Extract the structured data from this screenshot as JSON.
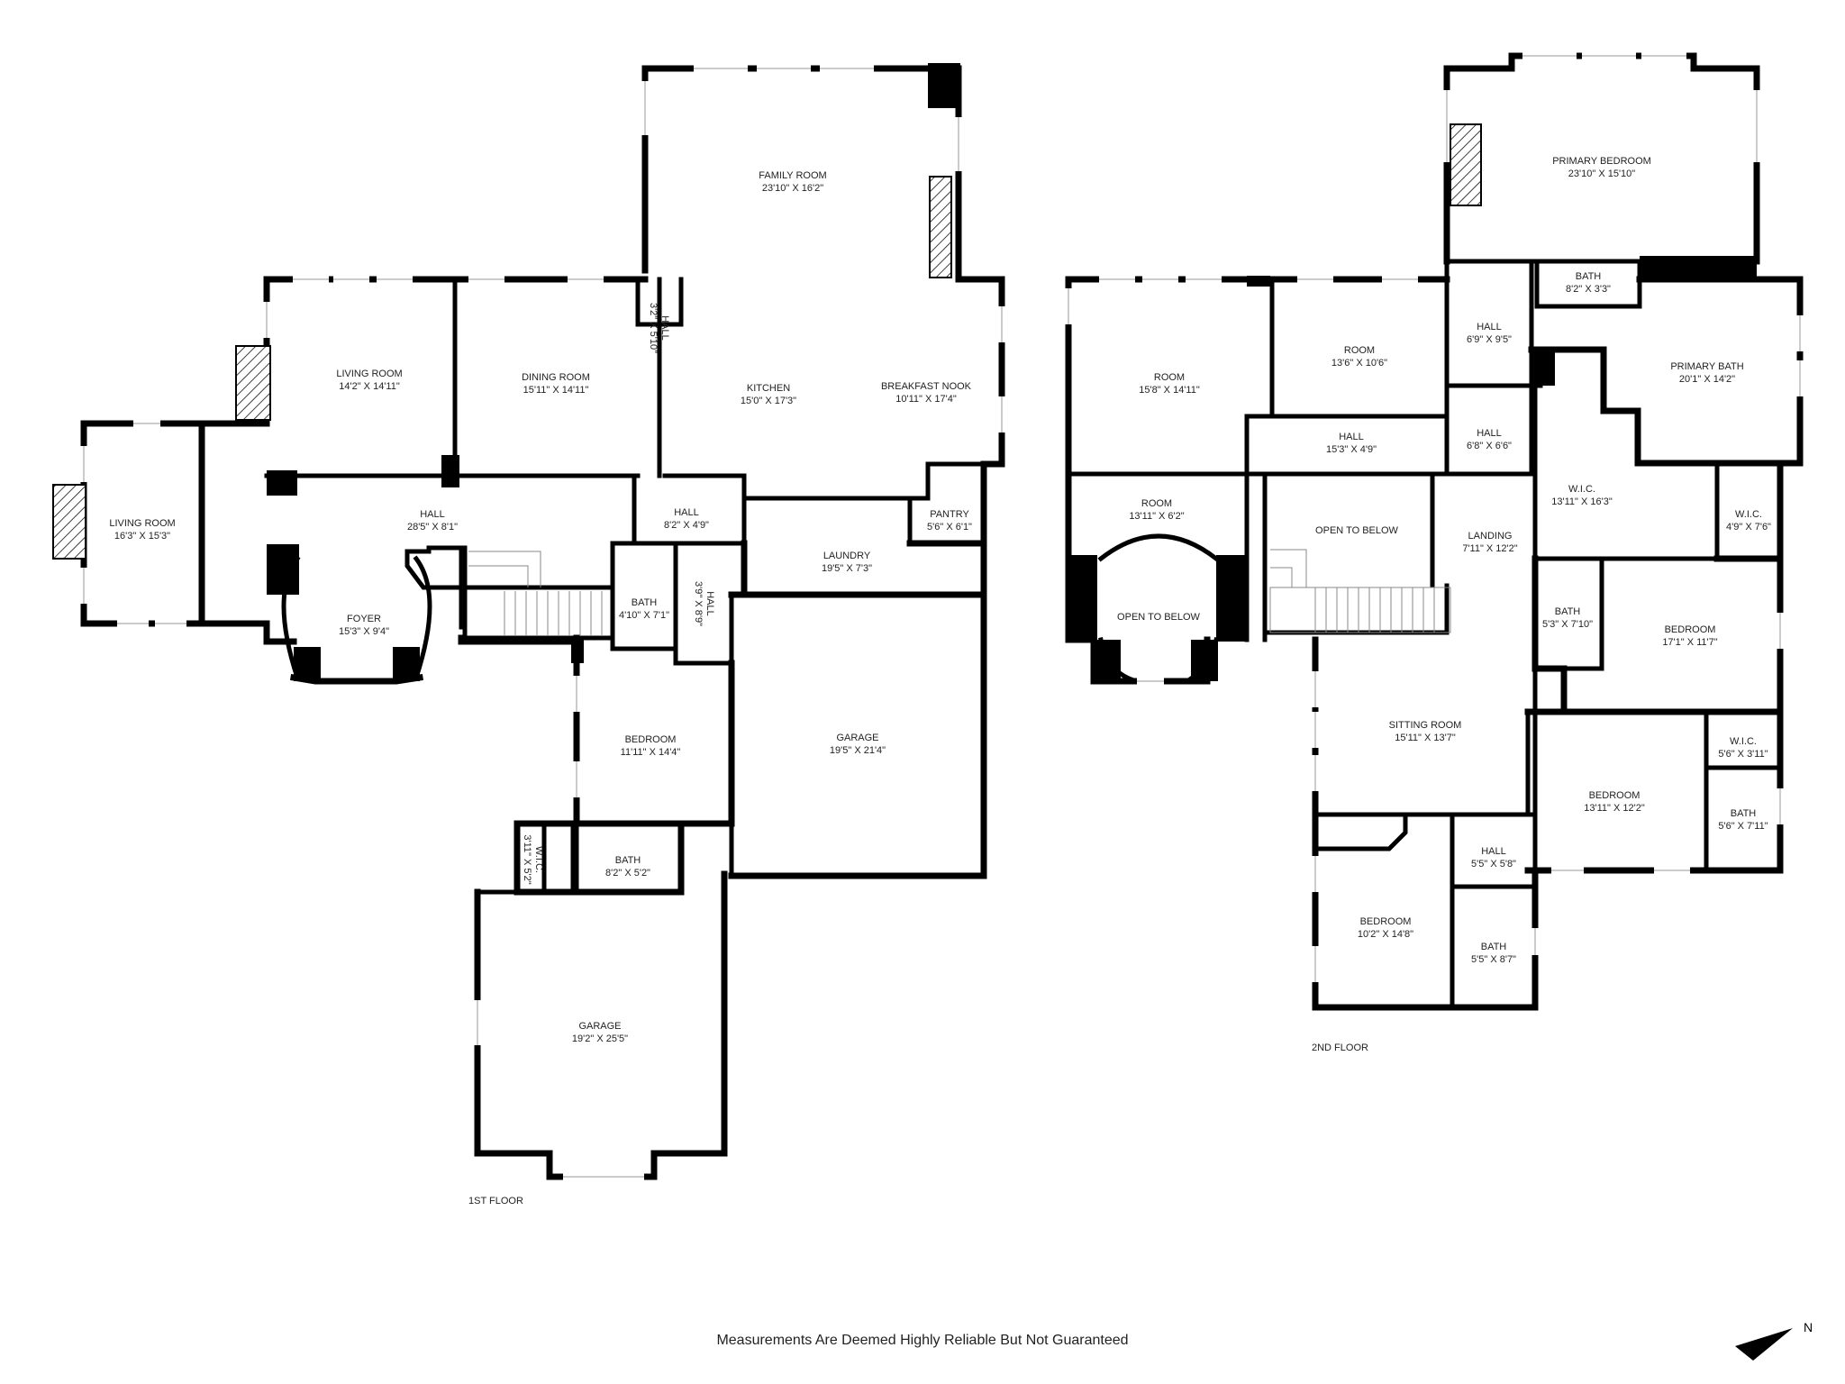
{
  "disclaimer": "Measurements Are Deemed Highly Reliable But Not Guaranteed",
  "compass": {
    "letter": "N",
    "icon": "north-arrow-icon"
  },
  "floors": [
    {
      "label": "1ST FLOOR",
      "rooms": [
        {
          "name": "FAMILY ROOM",
          "dims": "23'10\" X 16'2\""
        },
        {
          "name": "LIVING ROOM",
          "dims": "14'2\" X 14'11\""
        },
        {
          "name": "DINING ROOM",
          "dims": "15'11\" X 14'11\""
        },
        {
          "name": "HALL",
          "dims": "3'2\" X 5'10\""
        },
        {
          "name": "KITCHEN",
          "dims": "15'0\" X 17'3\""
        },
        {
          "name": "BREAKFAST NOOK",
          "dims": "10'11\" X 17'4\""
        },
        {
          "name": "LIVING ROOM",
          "dims": "16'3\" X 15'3\""
        },
        {
          "name": "HALL",
          "dims": "28'5\" X 8'1\""
        },
        {
          "name": "HALL",
          "dims": "8'2\" X 4'9\""
        },
        {
          "name": "PANTRY",
          "dims": "5'6\" X 6'1\""
        },
        {
          "name": "LAUNDRY",
          "dims": "19'5\" X 7'3\""
        },
        {
          "name": "FOYER",
          "dims": "15'3\" X 9'4\""
        },
        {
          "name": "BATH",
          "dims": "4'10\" X 7'1\""
        },
        {
          "name": "HALL",
          "dims": "3'9\" X 8'9\""
        },
        {
          "name": "GARAGE",
          "dims": "19'5\" X 21'4\""
        },
        {
          "name": "BEDROOM",
          "dims": "11'11\" X 14'4\""
        },
        {
          "name": "W.I.C.",
          "dims": "3'11\" X 5'2\""
        },
        {
          "name": "BATH",
          "dims": "8'2\" X 5'2\""
        },
        {
          "name": "GARAGE",
          "dims": "19'2\" X 25'5\""
        }
      ]
    },
    {
      "label": "2ND FLOOR",
      "rooms": [
        {
          "name": "PRIMARY BEDROOM",
          "dims": "23'10\" X 15'10\""
        },
        {
          "name": "BATH",
          "dims": "8'2\" X 3'3\""
        },
        {
          "name": "HALL",
          "dims": "6'9\" X 9'5\""
        },
        {
          "name": "ROOM",
          "dims": "15'8\" X 14'11\""
        },
        {
          "name": "ROOM",
          "dims": "13'6\" X 10'6\""
        },
        {
          "name": "PRIMARY BATH",
          "dims": "20'1\" X 14'2\""
        },
        {
          "name": "HALL",
          "dims": "15'3\" X 4'9\""
        },
        {
          "name": "HALL",
          "dims": "6'8\" X 6'6\""
        },
        {
          "name": "ROOM",
          "dims": "13'11\" X 6'2\""
        },
        {
          "name": "W.I.C.",
          "dims": "13'11\" X 16'3\""
        },
        {
          "name": "W.I.C.",
          "dims": "4'9\" X 7'6\""
        },
        {
          "name": "OPEN TO BELOW",
          "dims": ""
        },
        {
          "name": "LANDING",
          "dims": "7'11\" X 12'2\""
        },
        {
          "name": "OPEN TO BELOW",
          "dims": ""
        },
        {
          "name": "BATH",
          "dims": "5'3\" X 7'10\""
        },
        {
          "name": "BEDROOM",
          "dims": "17'1\" X 11'7\""
        },
        {
          "name": "SITTING ROOM",
          "dims": "15'11\" X 13'7\""
        },
        {
          "name": "W.I.C.",
          "dims": "5'6\" X 3'11\""
        },
        {
          "name": "BEDROOM",
          "dims": "13'11\" X 12'2\""
        },
        {
          "name": "BATH",
          "dims": "5'6\" X 7'11\""
        },
        {
          "name": "HALL",
          "dims": "5'5\" X 5'8\""
        },
        {
          "name": "BEDROOM",
          "dims": "10'2\" X 14'8\""
        },
        {
          "name": "BATH",
          "dims": "5'5\" X 8'7\""
        }
      ]
    }
  ]
}
